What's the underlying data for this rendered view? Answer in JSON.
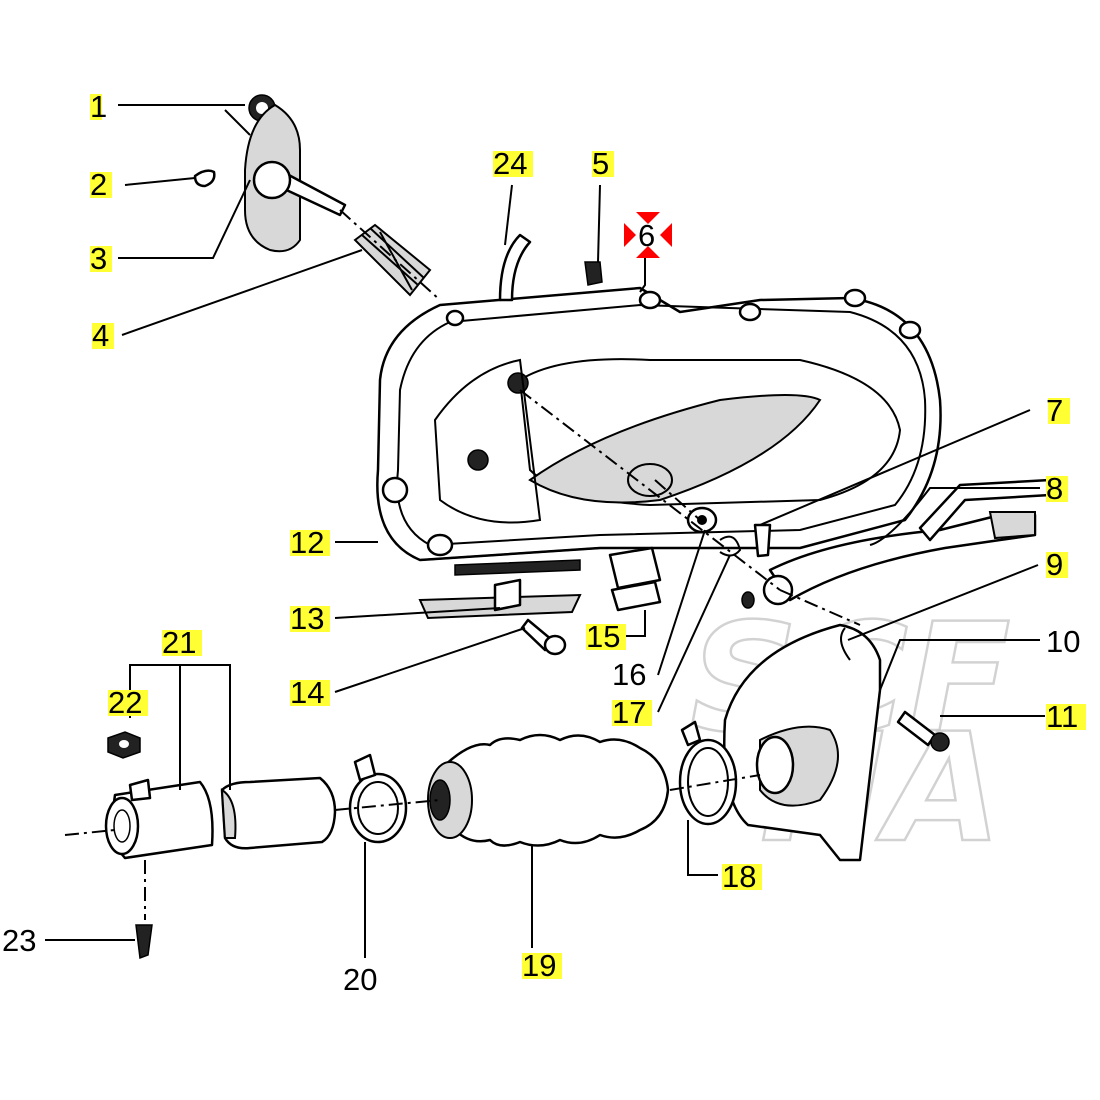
{
  "callouts": {
    "c1": "1",
    "c2": "2",
    "c3": "3",
    "c4": "4",
    "c5": "5",
    "c6": "6",
    "c7": "7",
    "c8": "8",
    "c9": "9",
    "c10": "10",
    "c11": "11",
    "c12": "12",
    "c13": "13",
    "c14": "14",
    "c15": "15",
    "c16": "16",
    "c17": "17",
    "c18": "18",
    "c19": "19",
    "c20": "20",
    "c21": "21",
    "c22": "22",
    "c23": "23",
    "c24": "24"
  },
  "colors": {
    "highlight": "#ffff33",
    "marker": "#ff0000",
    "line": "#000000"
  },
  "icons": {
    "selection_marker": "hourglass-marker-icon"
  }
}
